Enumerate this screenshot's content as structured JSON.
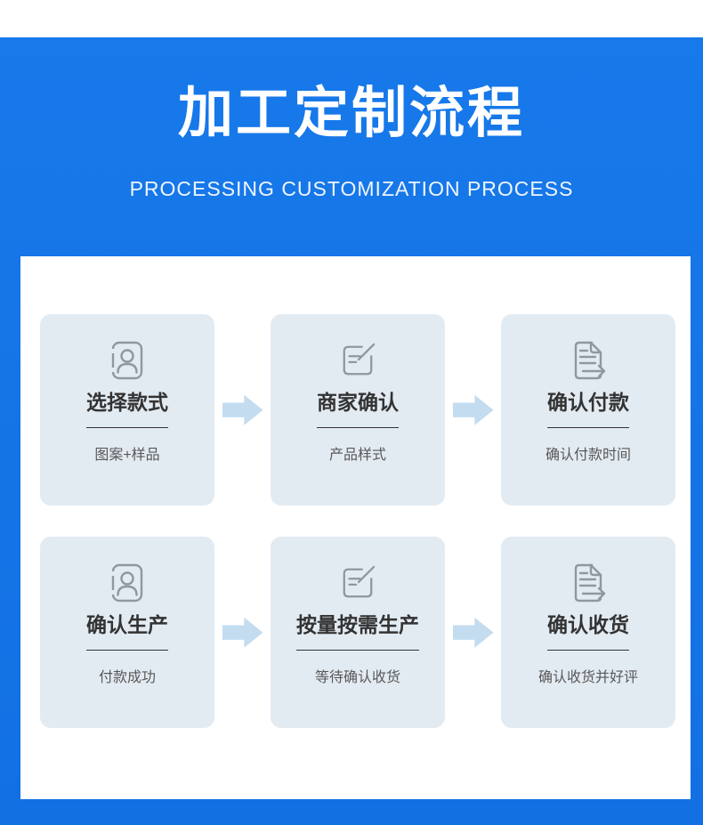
{
  "header": {
    "title": "加工定制流程",
    "subtitle": "PROCESSING CUSTOMIZATION PROCESS"
  },
  "colors": {
    "brand_blue": "#1473e6",
    "card_bg": "#ffffff",
    "step_box_bg": "#e3ebf2",
    "arrow_blue": "#c3dcf0",
    "title_text": "#333333",
    "subtitle_text": "#595959",
    "icon_gray": "#8f979f"
  },
  "steps": [
    {
      "icon": "id-card-user-icon",
      "title": "选择款式",
      "subtitle": "图案+样品"
    },
    {
      "icon": "edit-note-icon",
      "title": "商家确认",
      "subtitle": "产品样式"
    },
    {
      "icon": "doc-send-icon",
      "title": "确认付款",
      "subtitle": "确认付款时间"
    },
    {
      "icon": "id-card-user-icon",
      "title": "确认生产",
      "subtitle": "付款成功"
    },
    {
      "icon": "edit-note-icon",
      "title": "按量按需生产",
      "subtitle": "等待确认收货"
    },
    {
      "icon": "doc-send-icon",
      "title": "确认收货",
      "subtitle": "确认收货并好评"
    }
  ]
}
